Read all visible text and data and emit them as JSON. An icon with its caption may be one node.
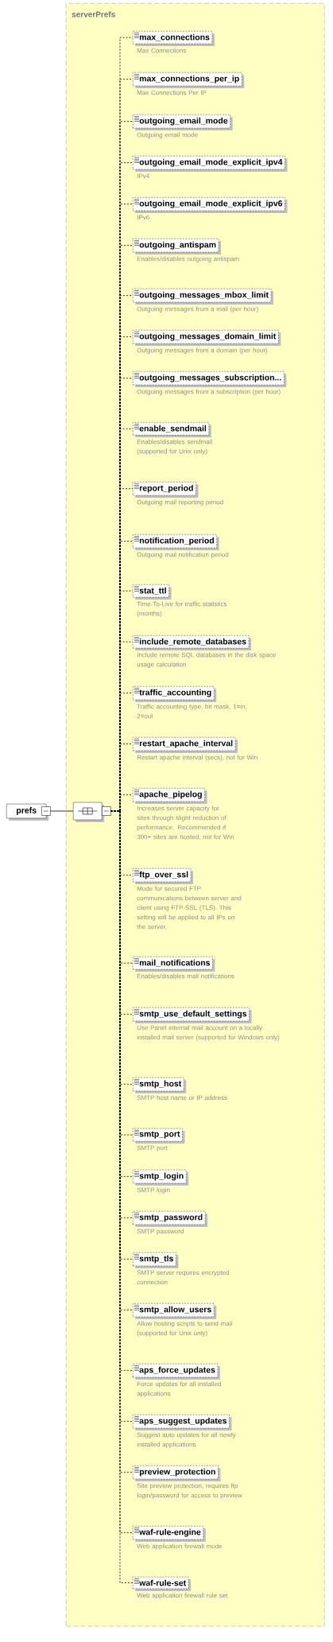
{
  "diagram": {
    "nodes": [
      {
        "text": [
          "serverPrefs"
        ]
      },
      {
        "text": [
          "prefs"
        ]
      },
      {
        "text": [],
        "shape": "box",
        "in": 0
      },
      {
        "text": [
          "max_connections"
        ],
        "beside": [
          "Max Connections"
        ],
        "in": 0
      },
      {
        "text": [
          "max_connections_per_ip"
        ],
        "beside": [
          "Max Connections Per IP"
        ],
        "in": 0
      },
      {
        "text": [
          "outgoing_email_mode"
        ],
        "beside": [
          "Outgoing email mode"
        ],
        "in": 0
      },
      {
        "text": [
          "outgoing_email_mode_explicit_ipv4"
        ],
        "beside": [
          "IPv4"
        ],
        "in": 0
      },
      {
        "text": [
          "outgoing_email_mode_explicit_ipv6"
        ],
        "beside": [
          "IPv6"
        ],
        "in": 0
      },
      {
        "text": [
          "outgoing_antispam"
        ],
        "beside": [
          "Enables/disables outgoing antispam"
        ],
        "in": 0
      },
      {
        "text": [
          "outgoing_messages_mbox_limit"
        ],
        "beside": [
          "Outgoing messages from a mail (per hour)"
        ],
        "in": 0
      },
      {
        "text": [
          "outgoing_messages_domain_limit"
        ],
        "beside": [
          "Outgoing messages from a domain (per hour)"
        ],
        "in": 0
      },
      {
        "text": [
          "outgoing_messages_subscription..."
        ],
        "beside": [
          "Outgoing messages from a subscription (per hour)"
        ],
        "in": 0
      },
      {
        "text": [
          "enable_sendmail"
        ],
        "beside": [
          "Enables/disables sendmail (supported for Unix only)"
        ],
        "in": 0
      },
      {
        "text": [
          "report_period"
        ],
        "beside": [
          "Outgoing mail reporting period"
        ],
        "in": 0
      },
      {
        "text": [
          "notification_period"
        ],
        "beside": [
          "Outgoing mail notification period"
        ],
        "in": 0
      },
      {
        "text": [
          "stat_ttl"
        ],
        "beside": [
          "Time-To-Live for traffic statistics (months)"
        ],
        "in": 0
      },
      {
        "text": [
          "include_remote_databases"
        ],
        "beside": [
          "Include remote SQL databases in the disk space usage calculation"
        ],
        "in": 0
      },
      {
        "text": [
          "traffic_accounting"
        ],
        "beside": [
          "Traffic accounting type, bit mask, 1=in, 2=out"
        ],
        "in": 0
      },
      {
        "text": [
          "restart_apache_interval"
        ],
        "beside": [
          "Restart apache interval (secs), not for Win"
        ],
        "in": 0
      },
      {
        "text": [
          "apache_pipelog"
        ],
        "beside": [
          "Increases server capacity for sites through slight reduction of performance. Recommended if 300+ sites are hosted, not for Win"
        ],
        "in": 0
      },
      {
        "text": [
          "ftp_over_ssl"
        ],
        "beside": [
          "Mode for secured FTP communications between server and client using FTP-SSL (TLS). This setting will be applied to all IPs on the server."
        ],
        "in": 0
      },
      {
        "text": [
          "mail_notifications"
        ],
        "beside": [
          "Enables/disables mail notifications"
        ],
        "in": 0
      },
      {
        "text": [
          "smtp_use_default_settings"
        ],
        "beside": [
          "Use Panel internal mail account on a locally installed mail server (supported for Windows only)"
        ],
        "in": 0
      },
      {
        "text": [
          "smtp_host"
        ],
        "beside": [
          "SMTP host name or IP address"
        ],
        "in": 0
      },
      {
        "text": [
          "smtp_port"
        ],
        "beside": [
          "SMTP port"
        ],
        "in": 0
      },
      {
        "text": [
          "smtp_login"
        ],
        "beside": [
          "SMTP login"
        ],
        "in": 0
      },
      {
        "text": [
          "smtp_password"
        ],
        "beside": [
          "SMTP password"
        ],
        "in": 0
      },
      {
        "text": [
          "smtp_tls"
        ],
        "beside": [
          "SMTP server requires encrypted connection"
        ],
        "in": 0
      },
      {
        "text": [
          "smtp_allow_users"
        ],
        "beside": [
          "Allow hosting scripts to send mail (supported for Unix only)"
        ],
        "in": 0
      },
      {
        "text": [
          "aps_force_updates"
        ],
        "beside": [
          "Force updates for all installed applications"
        ],
        "in": 0
      },
      {
        "text": [
          "aps_suggest_updates"
        ],
        "beside": [
          "Suggest auto updates for all newly installed applications"
        ],
        "in": 0
      },
      {
        "text": [
          "preview_protection"
        ],
        "beside": [
          "Site preview protection, requires ftp login/password for access to preview"
        ],
        "in": 0
      },
      {
        "text": [
          "waf-rule-engine"
        ],
        "beside": [
          "Web application firewall mode"
        ],
        "in": 0
      },
      {
        "text": [
          "waf-rule-set"
        ],
        "beside": [
          "Web application firewall rule set"
        ],
        "in": 0
      }
    ],
    "edges": [
      {
        "from": 1,
        "to": 2,
        "arrow": "none"
      },
      {
        "from": 2,
        "to": 3,
        "arrow": "none",
        "style": "dashed"
      },
      {
        "from": 2,
        "to": 4,
        "arrow": "none",
        "style": "dashed"
      },
      {
        "from": 2,
        "to": 5,
        "arrow": "none",
        "style": "dashed"
      },
      {
        "from": 2,
        "to": 6,
        "arrow": "none",
        "style": "dashed"
      },
      {
        "from": 2,
        "to": 7,
        "arrow": "none",
        "style": "dashed"
      },
      {
        "from": 2,
        "to": 8,
        "arrow": "none",
        "style": "dashed"
      },
      {
        "from": 2,
        "to": 9,
        "arrow": "none",
        "style": "dashed"
      },
      {
        "from": 2,
        "to": 10,
        "arrow": "none",
        "style": "dashed"
      },
      {
        "from": 2,
        "to": 11,
        "arrow": "none",
        "style": "dashed"
      },
      {
        "from": 2,
        "to": 12,
        "arrow": "none",
        "style": "dashed"
      },
      {
        "from": 2,
        "to": 13,
        "arrow": "none",
        "style": "dashed"
      },
      {
        "from": 2,
        "to": 14,
        "arrow": "none",
        "style": "dashed"
      },
      {
        "from": 2,
        "to": 15,
        "arrow": "none",
        "style": "dashed"
      },
      {
        "from": 2,
        "to": 16,
        "arrow": "none",
        "style": "dashed"
      },
      {
        "from": 2,
        "to": 17,
        "arrow": "none",
        "style": "dashed"
      },
      {
        "from": 2,
        "to": 18,
        "arrow": "none",
        "style": "dashed"
      },
      {
        "from": 2,
        "to": 19,
        "arrow": "none",
        "style": "dashed"
      },
      {
        "from": 2,
        "to": 20,
        "arrow": "none",
        "style": "dashed"
      },
      {
        "from": 2,
        "to": 21,
        "arrow": "none",
        "style": "dashed"
      },
      {
        "from": 2,
        "to": 22,
        "arrow": "none",
        "style": "dashed"
      },
      {
        "from": 2,
        "to": 23,
        "arrow": "none",
        "style": "dashed"
      },
      {
        "from": 2,
        "to": 24,
        "arrow": "none",
        "style": "dashed"
      },
      {
        "from": 2,
        "to": 25,
        "arrow": "none",
        "style": "dashed"
      },
      {
        "from": 2,
        "to": 26,
        "arrow": "none",
        "style": "dashed"
      },
      {
        "from": 2,
        "to": 27,
        "arrow": "none",
        "style": "dashed"
      },
      {
        "from": 2,
        "to": 28,
        "arrow": "none",
        "style": "dashed"
      },
      {
        "from": 2,
        "to": 29,
        "arrow": "none",
        "style": "dashed"
      },
      {
        "from": 2,
        "to": 30,
        "arrow": "none",
        "style": "dashed"
      },
      {
        "from": 2,
        "to": 31,
        "arrow": "none",
        "style": "dashed"
      },
      {
        "from": 2,
        "to": 32,
        "arrow": "none",
        "style": "dashed"
      },
      {
        "from": 2,
        "to": 33,
        "arrow": "none",
        "style": "dashed"
      }
    ]
  }
}
